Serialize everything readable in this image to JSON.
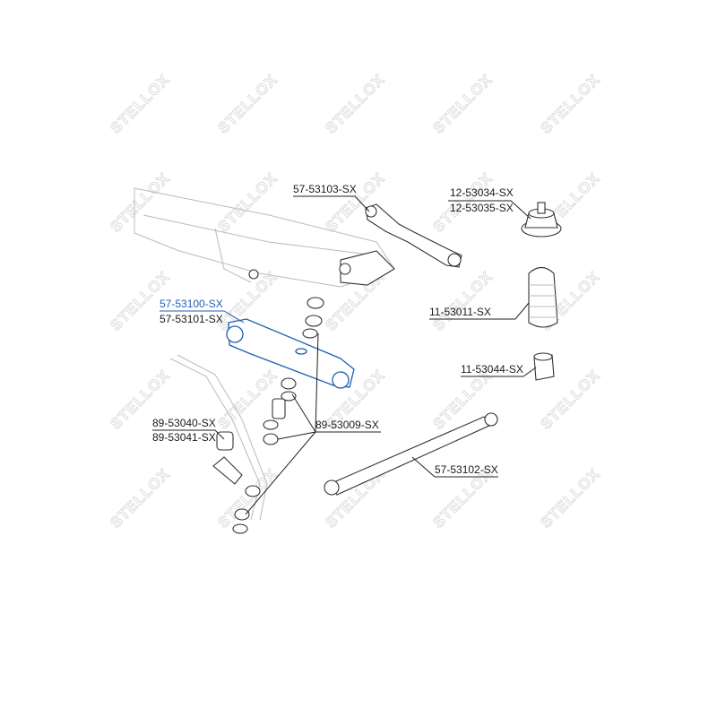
{
  "watermark": "STELLOX",
  "colors": {
    "highlight": "#1d5fb0",
    "text": "#1a1a1a"
  },
  "parts": {
    "upper_link": "57-53103-SX",
    "strut_mount_1": "12-53034-SX",
    "strut_mount_2": "12-53035-SX",
    "lower_arm_1": "57-53100-SX",
    "lower_arm_2": "57-53101-SX",
    "bump_stop_boot": "11-53011-SX",
    "bump_stop": "11-53044-SX",
    "stabilizer_bush_1": "89-53040-SX",
    "stabilizer_bush_2": "89-53041-SX",
    "link_bushings": "89-53009-SX",
    "trailing_link": "57-53102-SX"
  }
}
